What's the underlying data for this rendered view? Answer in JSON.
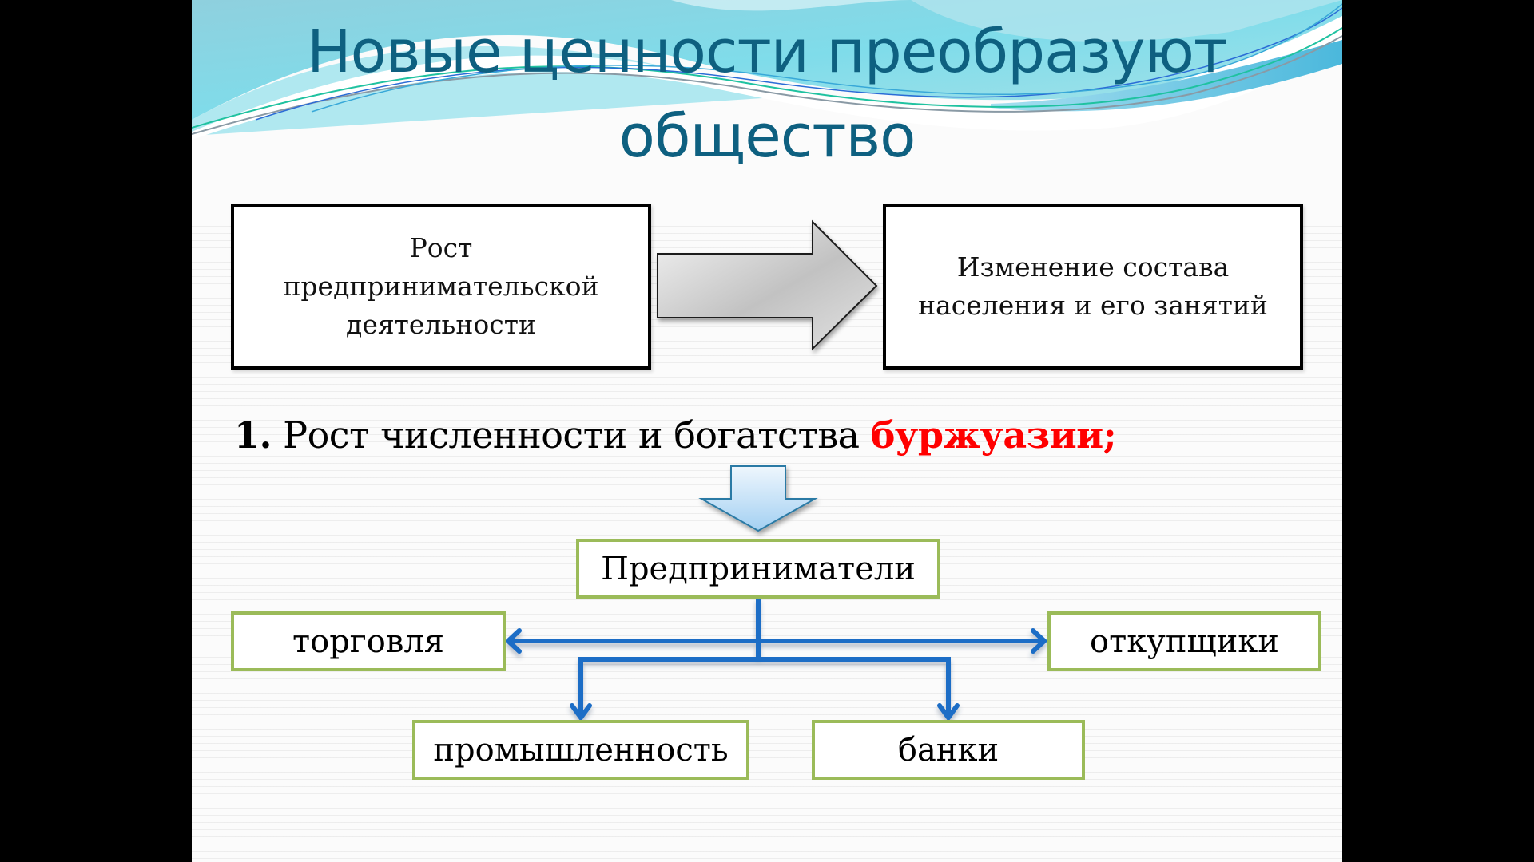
{
  "slide": {
    "title_line1": "Новые ценности преобразуют",
    "title_line2": "общество",
    "cause_box": {
      "lines": [
        "Рост",
        "предпринимательской",
        "деятельности"
      ]
    },
    "effect_box": {
      "lines": [
        "Изменение состава",
        "населения и его занятий"
      ]
    },
    "bullet": {
      "number": "1.",
      "text": " Рост численности и богатства ",
      "highlight": "буржуазии;"
    },
    "hierarchy": {
      "root": "Предприниматели",
      "children": [
        "торговля",
        "откупщики",
        "промышленность",
        "банки"
      ]
    },
    "colors": {
      "title": "#0e6080",
      "highlight": "#ff0000",
      "connector": "#1a6dc6",
      "green_border": "#9bbb59"
    }
  }
}
